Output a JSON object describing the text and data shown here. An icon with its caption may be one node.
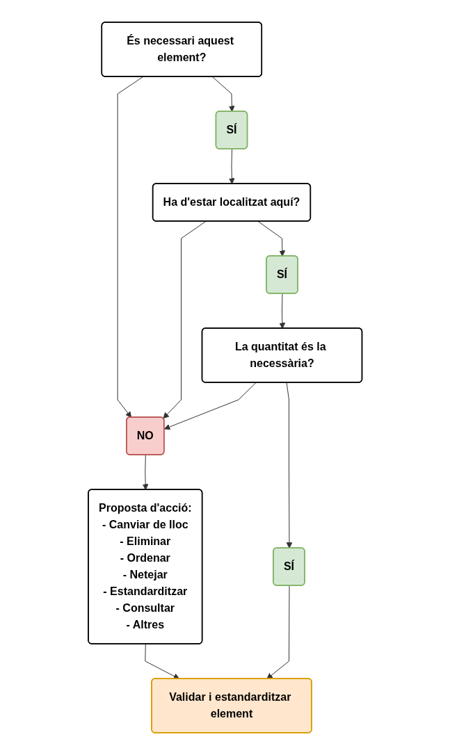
{
  "diagram": {
    "nodes": [
      {
        "text": [
          "És necessari aquest element?"
        ]
      },
      {
        "text": [
          "SÍ"
        ]
      },
      {
        "text": [
          "NO"
        ]
      },
      {
        "text": [
          "Ha d'estar localitzat aquí?"
        ]
      },
      {
        "text": [
          "Proposta d'acció:",
          "- Canviar de lloc",
          "- Eliminar",
          "- Ordenar",
          "- Netejar",
          "- Estandarditzar",
          "- Consultar",
          "- Altres"
        ]
      },
      {
        "text": [
          "SÍ"
        ]
      },
      {
        "text": [
          "La quantitat és la necessària?"
        ]
      },
      {
        "text": [
          "SÍ"
        ]
      },
      {
        "text": [
          "Validar i estandarditzar element"
        ]
      }
    ],
    "edges": [
      {
        "from": 0,
        "to": 1,
        "arrow": "to"
      },
      {
        "from": 0,
        "to": 2,
        "arrow": "to"
      },
      {
        "from": 1,
        "to": 3,
        "arrow": "to"
      },
      {
        "from": 3,
        "to": 2,
        "arrow": "to"
      },
      {
        "from": 3,
        "to": 5,
        "arrow": "to"
      },
      {
        "from": 2,
        "to": 4,
        "arrow": "to"
      },
      {
        "from": 5,
        "to": 6,
        "arrow": "to"
      },
      {
        "from": 6,
        "to": 2,
        "arrow": "to"
      },
      {
        "from": 6,
        "to": 7,
        "arrow": "to"
      },
      {
        "from": 4,
        "to": 8,
        "arrow": "to"
      },
      {
        "from": 7,
        "to": 8,
        "arrow": "to"
      }
    ]
  }
}
